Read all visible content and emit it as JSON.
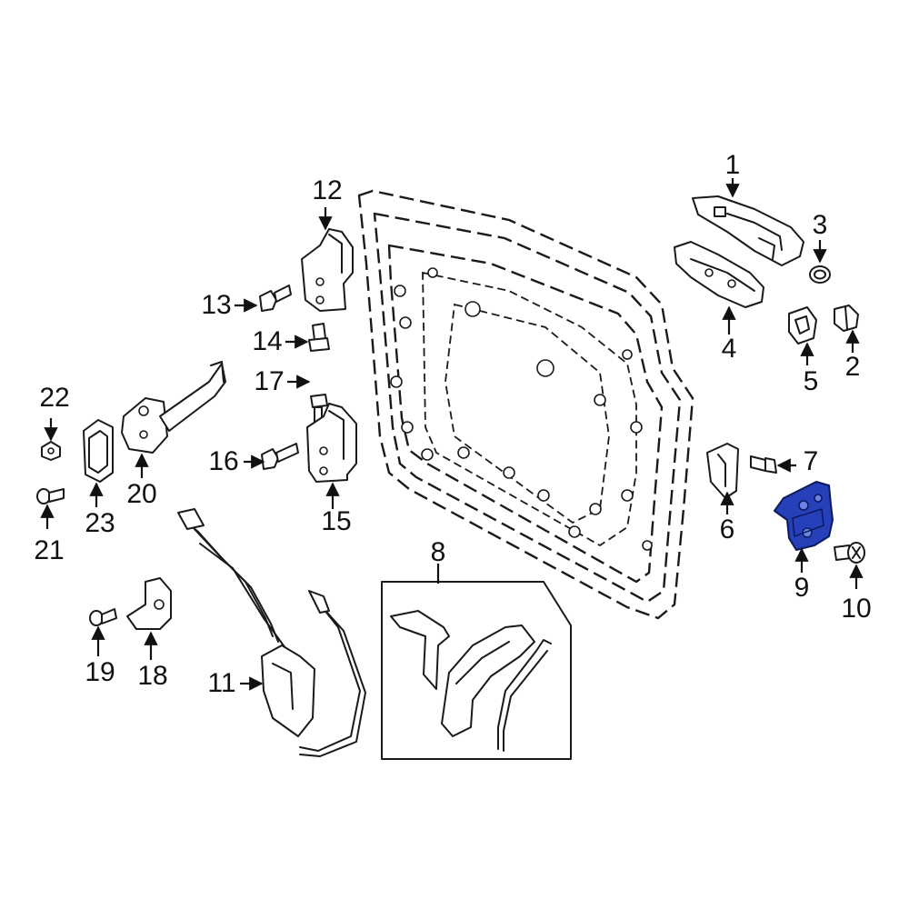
{
  "diagram": {
    "highlight_color": "#2540b8",
    "highlighted_part": "9",
    "callouts": [
      "1",
      "2",
      "3",
      "4",
      "5",
      "6",
      "7",
      "8",
      "9",
      "10",
      "11",
      "12",
      "13",
      "14",
      "15",
      "16",
      "17",
      "18",
      "19",
      "20",
      "21",
      "22",
      "23"
    ]
  }
}
